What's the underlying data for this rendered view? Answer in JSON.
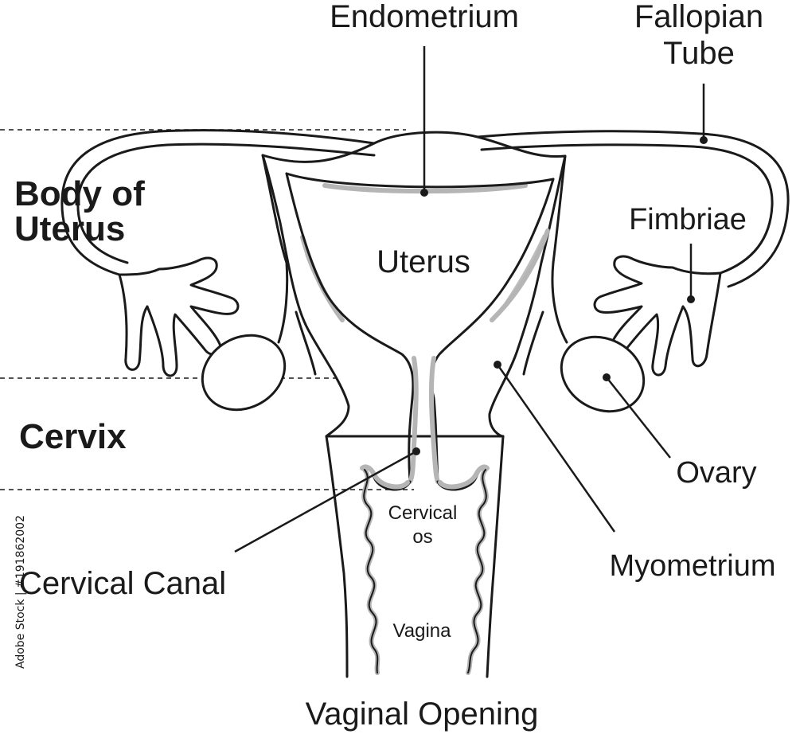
{
  "labels": {
    "endometrium": "Endometrium",
    "fallopian_tube_line1": "Fallopian",
    "fallopian_tube_line2": "Tube",
    "body_of_uterus_line1": "Body of",
    "body_of_uterus_line2": "Uterus",
    "fimbriae": "Fimbriae",
    "uterus": "Uterus",
    "cervix": "Cervix",
    "ovary": "Ovary",
    "cervical_os_line1": "Cervical",
    "cervical_os_line2": "os",
    "myometrium": "Myometrium",
    "cervical_canal": "Cervical Canal",
    "vagina": "Vagina",
    "vaginal_opening": "Vaginal Opening"
  },
  "watermark": {
    "vertical_text": "Adobe Stock | #191862002"
  },
  "colors": {
    "line": "#1a1a1a",
    "lining_gray": "#bdbdbd",
    "background": "#ffffff"
  }
}
